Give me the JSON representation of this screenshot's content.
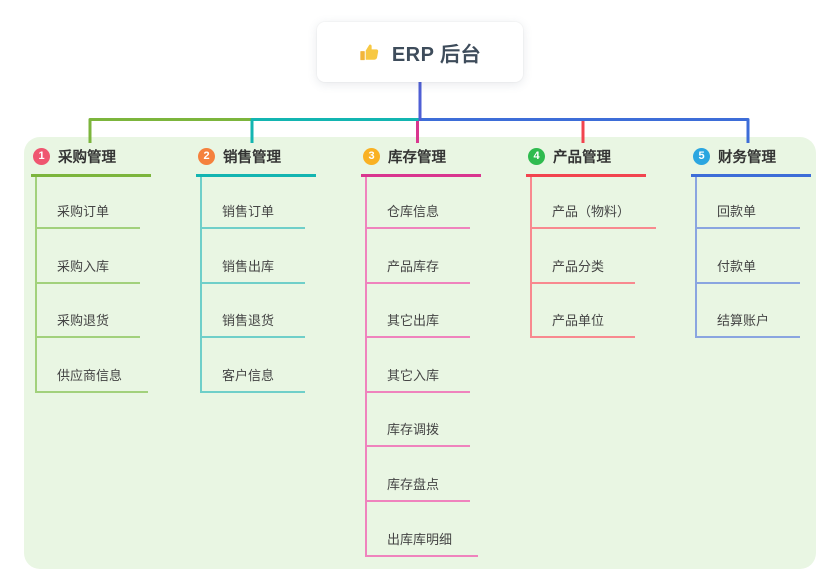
{
  "root": {
    "title": "ERP 后台",
    "icon": "thumbs-up-icon",
    "connector_color": "#4f5fd5"
  },
  "branches": [
    {
      "index": "1",
      "label": "采购管理",
      "colors": {
        "badge": "#ef5670",
        "line": "#7cb53c",
        "child_line": "#a2d17c"
      },
      "children": [
        "采购订单",
        "采购入库",
        "采购退货",
        "供应商信息"
      ]
    },
    {
      "index": "2",
      "label": "销售管理",
      "colors": {
        "badge": "#f5813d",
        "line": "#13b5b1",
        "child_line": "#6fcfc9"
      },
      "children": [
        "销售订单",
        "销售出库",
        "销售退货",
        "客户信息"
      ]
    },
    {
      "index": "3",
      "label": "库存管理",
      "colors": {
        "badge": "#f9b123",
        "line": "#d9368f",
        "child_line": "#ef83bd"
      },
      "children": [
        "仓库信息",
        "产品库存",
        "其它出库",
        "其它入库",
        "库存调拨",
        "库存盘点",
        "出库库明细"
      ]
    },
    {
      "index": "4",
      "label": "产品管理",
      "colors": {
        "badge": "#2fbb4f",
        "line": "#f2444f",
        "child_line": "#f8898f"
      },
      "children": [
        "产品（物料）",
        "产品分类",
        "产品单位"
      ]
    },
    {
      "index": "5",
      "label": "财务管理",
      "colors": {
        "badge": "#2ba6e0",
        "line": "#3d6dd8",
        "child_line": "#8aa5e0"
      },
      "children": [
        "回款单",
        "付款单",
        "结算账户"
      ]
    }
  ]
}
